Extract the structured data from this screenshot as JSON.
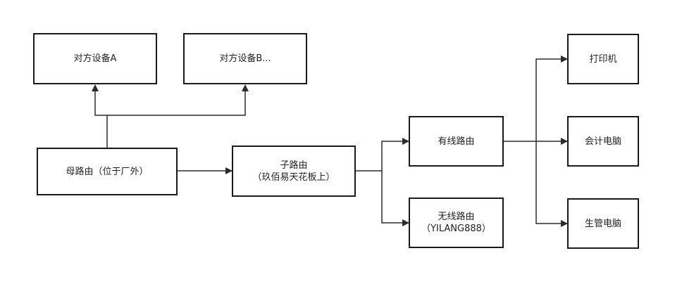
{
  "colors": {
    "stroke": "#2b2b2b",
    "border": "#1a1a1a",
    "background": "#ffffff",
    "text": "#222222"
  },
  "nodes": {
    "device_a": {
      "line1": "对方设备A"
    },
    "device_b": {
      "line1": "对方设备B..."
    },
    "main_router": {
      "line1": "母路由（位于厂外）"
    },
    "sub_router": {
      "line1": "子路由",
      "line2": "（玖佰易天花板上）"
    },
    "wired_router": {
      "line1": "有线路由"
    },
    "wireless_router": {
      "line1": "无线路由",
      "line2": "（YILANG888）"
    },
    "printer": {
      "line1": "打印机"
    },
    "accounting_pc": {
      "line1": "会计电脑"
    },
    "production_pc": {
      "line1": "生管电脑"
    }
  },
  "edges": [
    {
      "from": "main_router",
      "to": "device_a"
    },
    {
      "from": "main_router",
      "to": "device_b"
    },
    {
      "from": "main_router",
      "to": "sub_router"
    },
    {
      "from": "sub_router",
      "to": "wired_router"
    },
    {
      "from": "sub_router",
      "to": "wireless_router"
    },
    {
      "from": "wired_router",
      "to": "printer"
    },
    {
      "from": "wired_router",
      "to": "accounting_pc"
    },
    {
      "from": "wired_router",
      "to": "production_pc"
    }
  ]
}
